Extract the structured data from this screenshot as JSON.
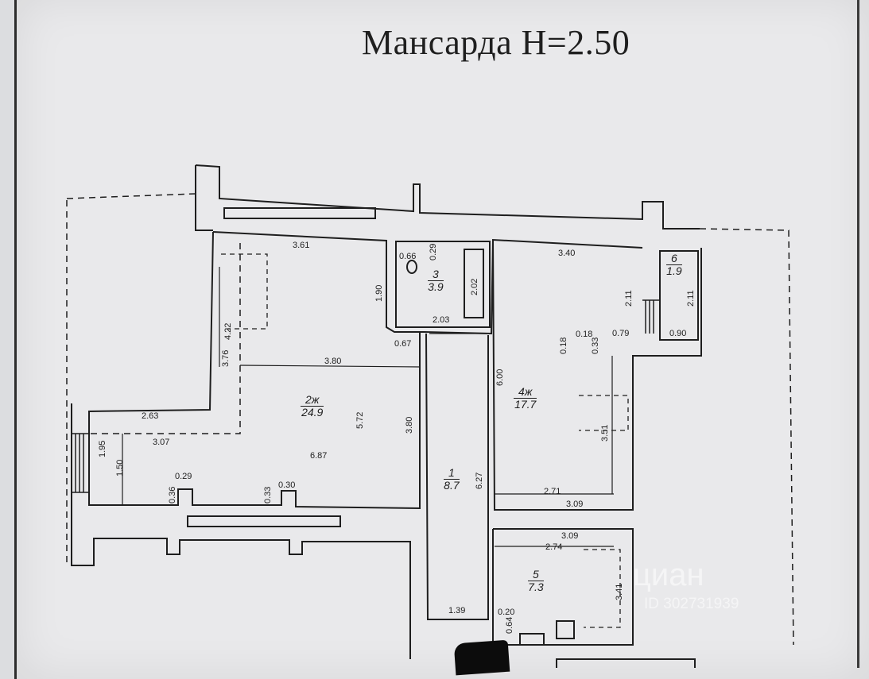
{
  "title": "Мансарда  H=2.50",
  "rooms": [
    {
      "number": "2ж",
      "area": "24.9"
    },
    {
      "number": "3",
      "area": "3.9"
    },
    {
      "number": "4ж",
      "area": "17.7"
    },
    {
      "number": "6",
      "area": "1.9"
    },
    {
      "number": "1",
      "area": "8.7"
    },
    {
      "number": "5",
      "area": "7.3"
    }
  ],
  "dimensions": [
    "3.61",
    "4.22",
    "3.76",
    "3.80",
    "5.72",
    "2.63",
    "3.07",
    "1.95",
    "1.50",
    "6.87",
    "0.36",
    "0.29",
    "0.33",
    "0.30",
    "1.90",
    "0.66",
    "0.29",
    "2.02",
    "2.03",
    "0.67",
    "3.80",
    "3.40",
    "2.11",
    "2.11",
    "0.18",
    "0.18",
    "0.33",
    "0.79",
    "0.90",
    "6.00",
    "3.51",
    "6.27",
    "2.71",
    "3.09",
    "3.09",
    "2.74",
    "3.41",
    "1.39",
    "0.20",
    "0.64"
  ],
  "watermark": {
    "brand": "циан",
    "id": "ID 302731939"
  },
  "colors": {
    "paper": "#e9e9eb",
    "ink": "#1e1e1e",
    "wall": "#cfd0d3"
  }
}
